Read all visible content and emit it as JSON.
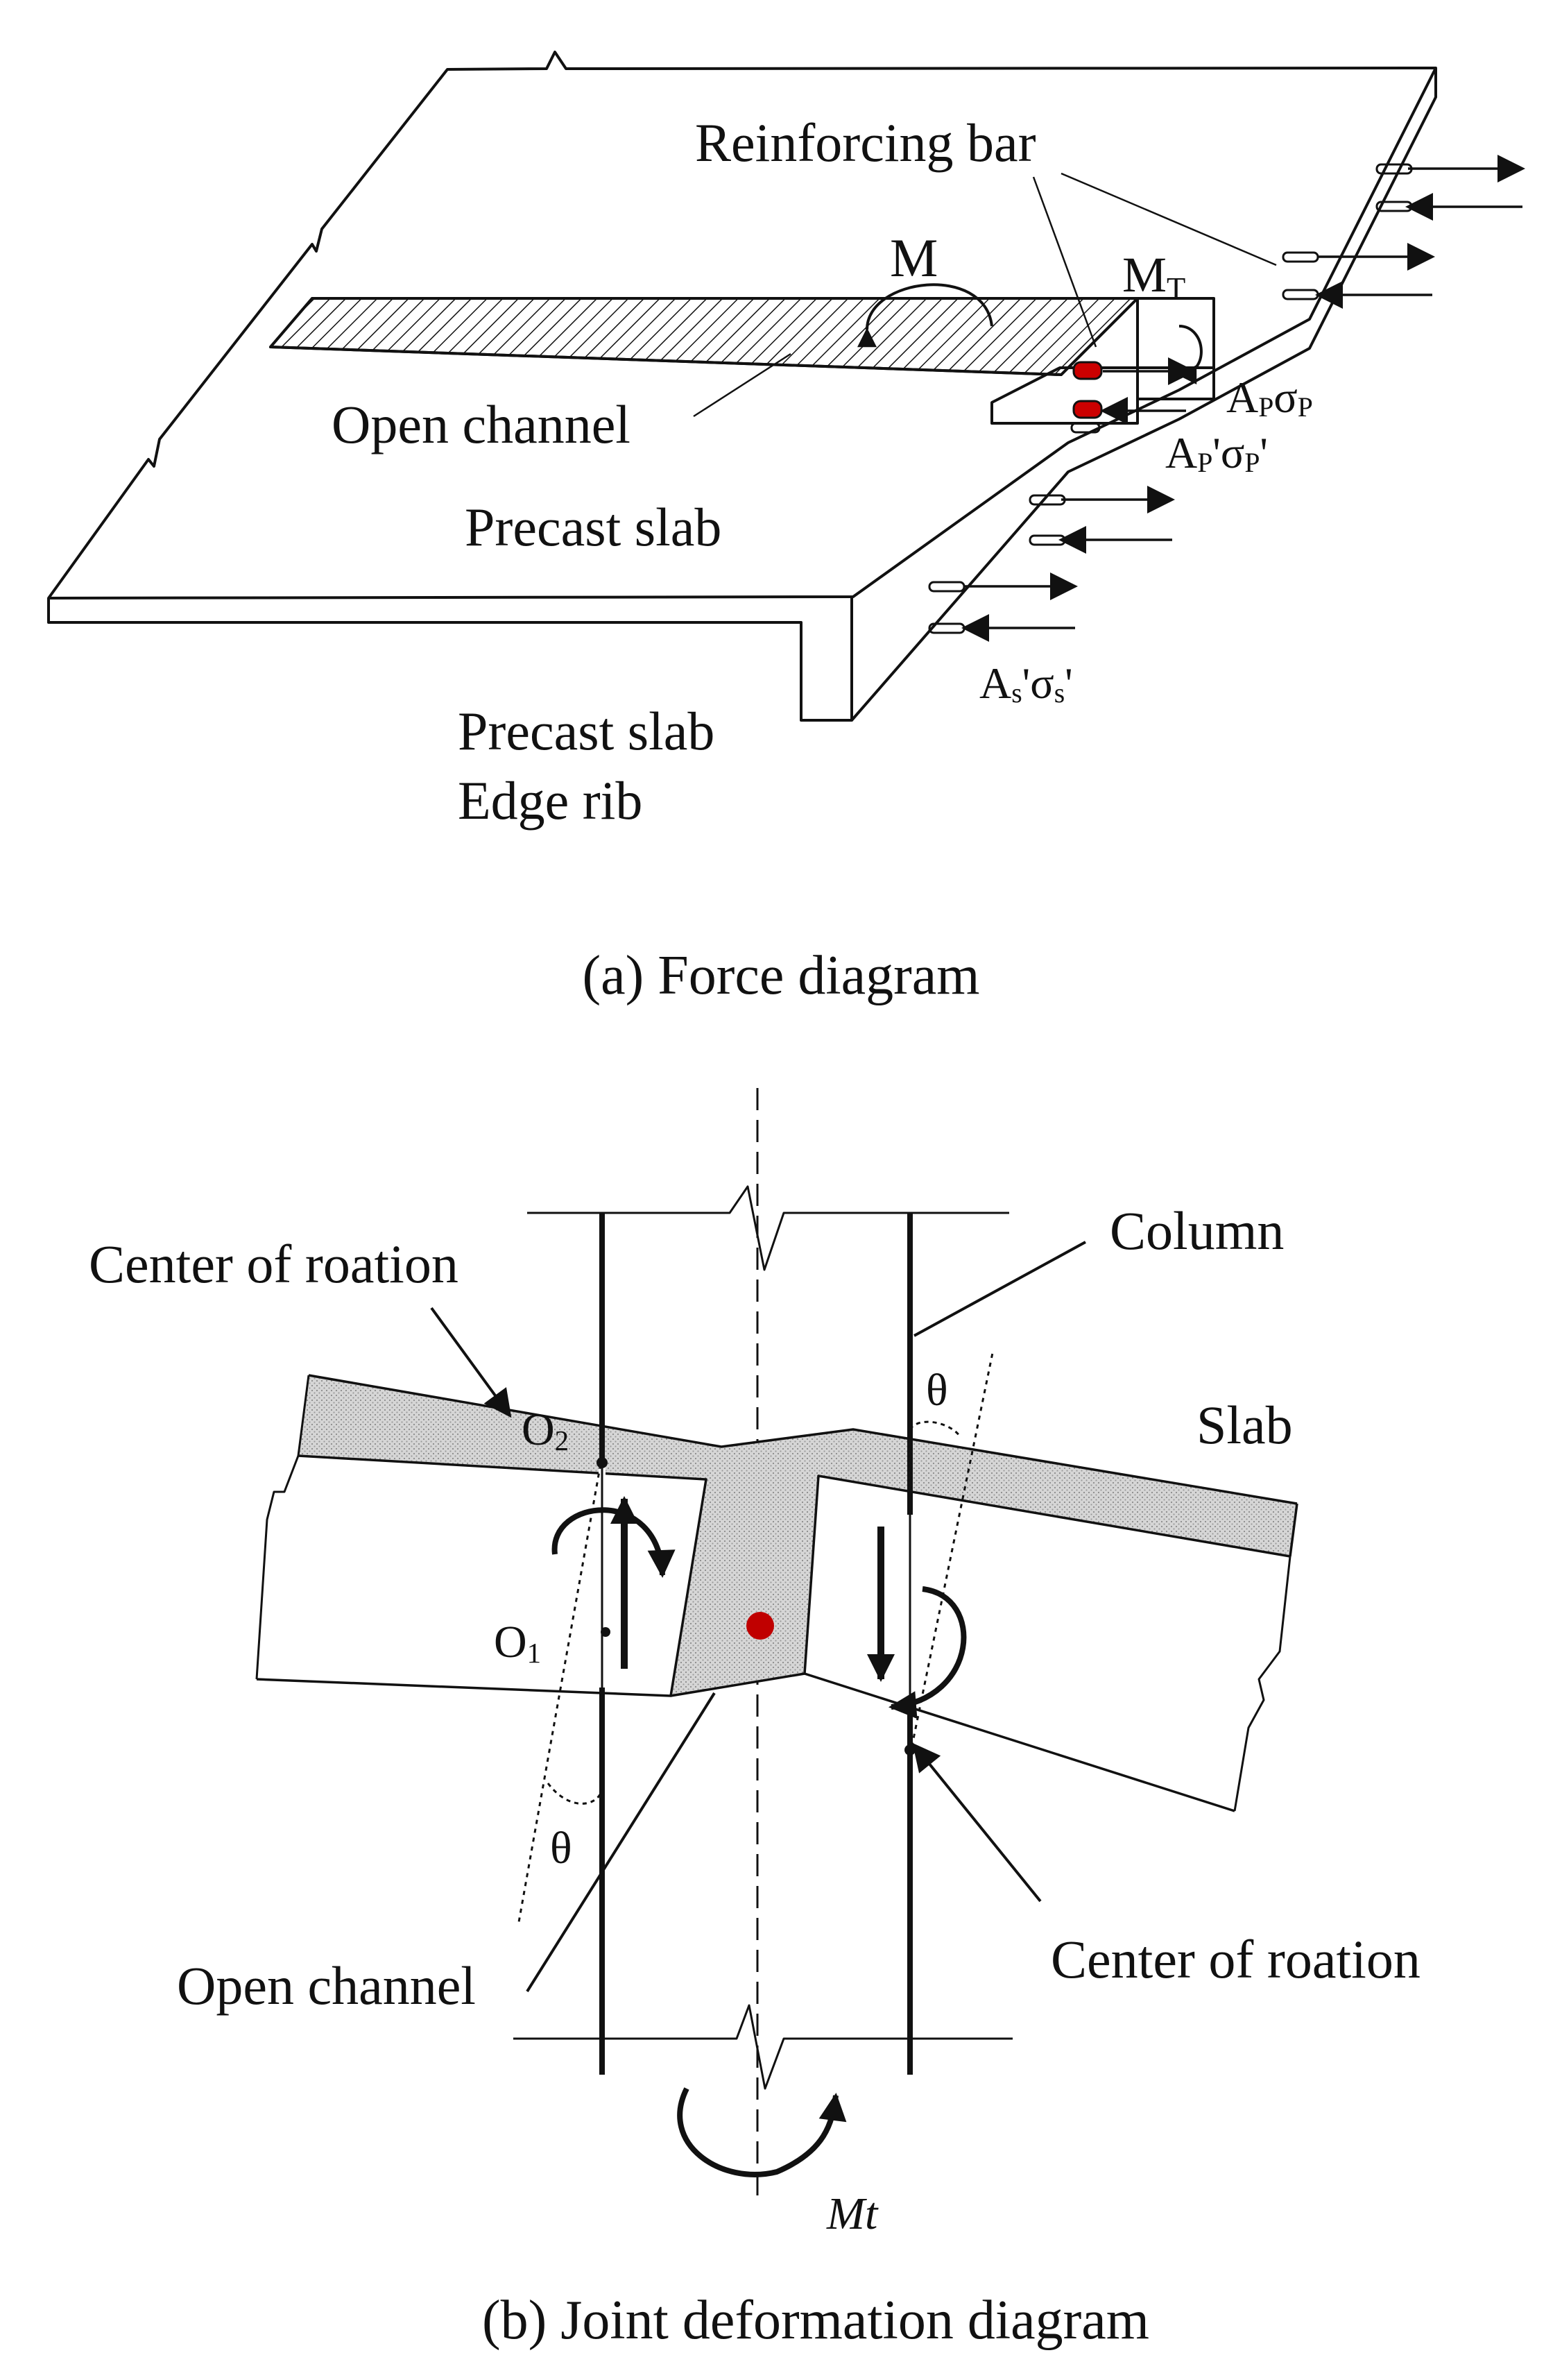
{
  "panel_a": {
    "caption": "(a) Force diagram",
    "labels": {
      "reinforcing_bar": "Reinforcing bar",
      "moment": "M",
      "torsion_main": "M",
      "torsion_sub": "T",
      "open_channel": "Open channel",
      "precast_slab": "Precast slab",
      "precast_slab_edge_line1": "Precast slab",
      "precast_slab_edge_line2": "Edge rib",
      "ap_sigma_p": {
        "a": "A",
        "p1": "P",
        "sigma": "σ",
        "p2": "P",
        "prime": ""
      },
      "ap_sigma_p_prime": {
        "a": "A",
        "p1": "P",
        "mid": "'σ",
        "p2": "P",
        "prime": "'"
      },
      "as_sigma_s_prime": {
        "a": "A",
        "s1": "s",
        "mid": "'σ",
        "s2": "s",
        "prime": "'"
      }
    }
  },
  "panel_b": {
    "caption": "(b) Joint deformation diagram",
    "labels": {
      "center_of_rotation_left": "Center of roation",
      "column": "Column",
      "slab": "Slab",
      "theta_right": "θ",
      "theta_left": "θ",
      "o2": {
        "main": "O",
        "sub": "2"
      },
      "o1": {
        "main": "O",
        "sub": "1"
      },
      "open_channel": "Open channel",
      "center_of_rotation_right": "Center of roation",
      "mt": "Mt"
    }
  },
  "colors": {
    "line": "#111111",
    "rebar_highlight": "#cc0000",
    "joint_fill": "#d4d4d4",
    "center_dot": "#c00000"
  }
}
